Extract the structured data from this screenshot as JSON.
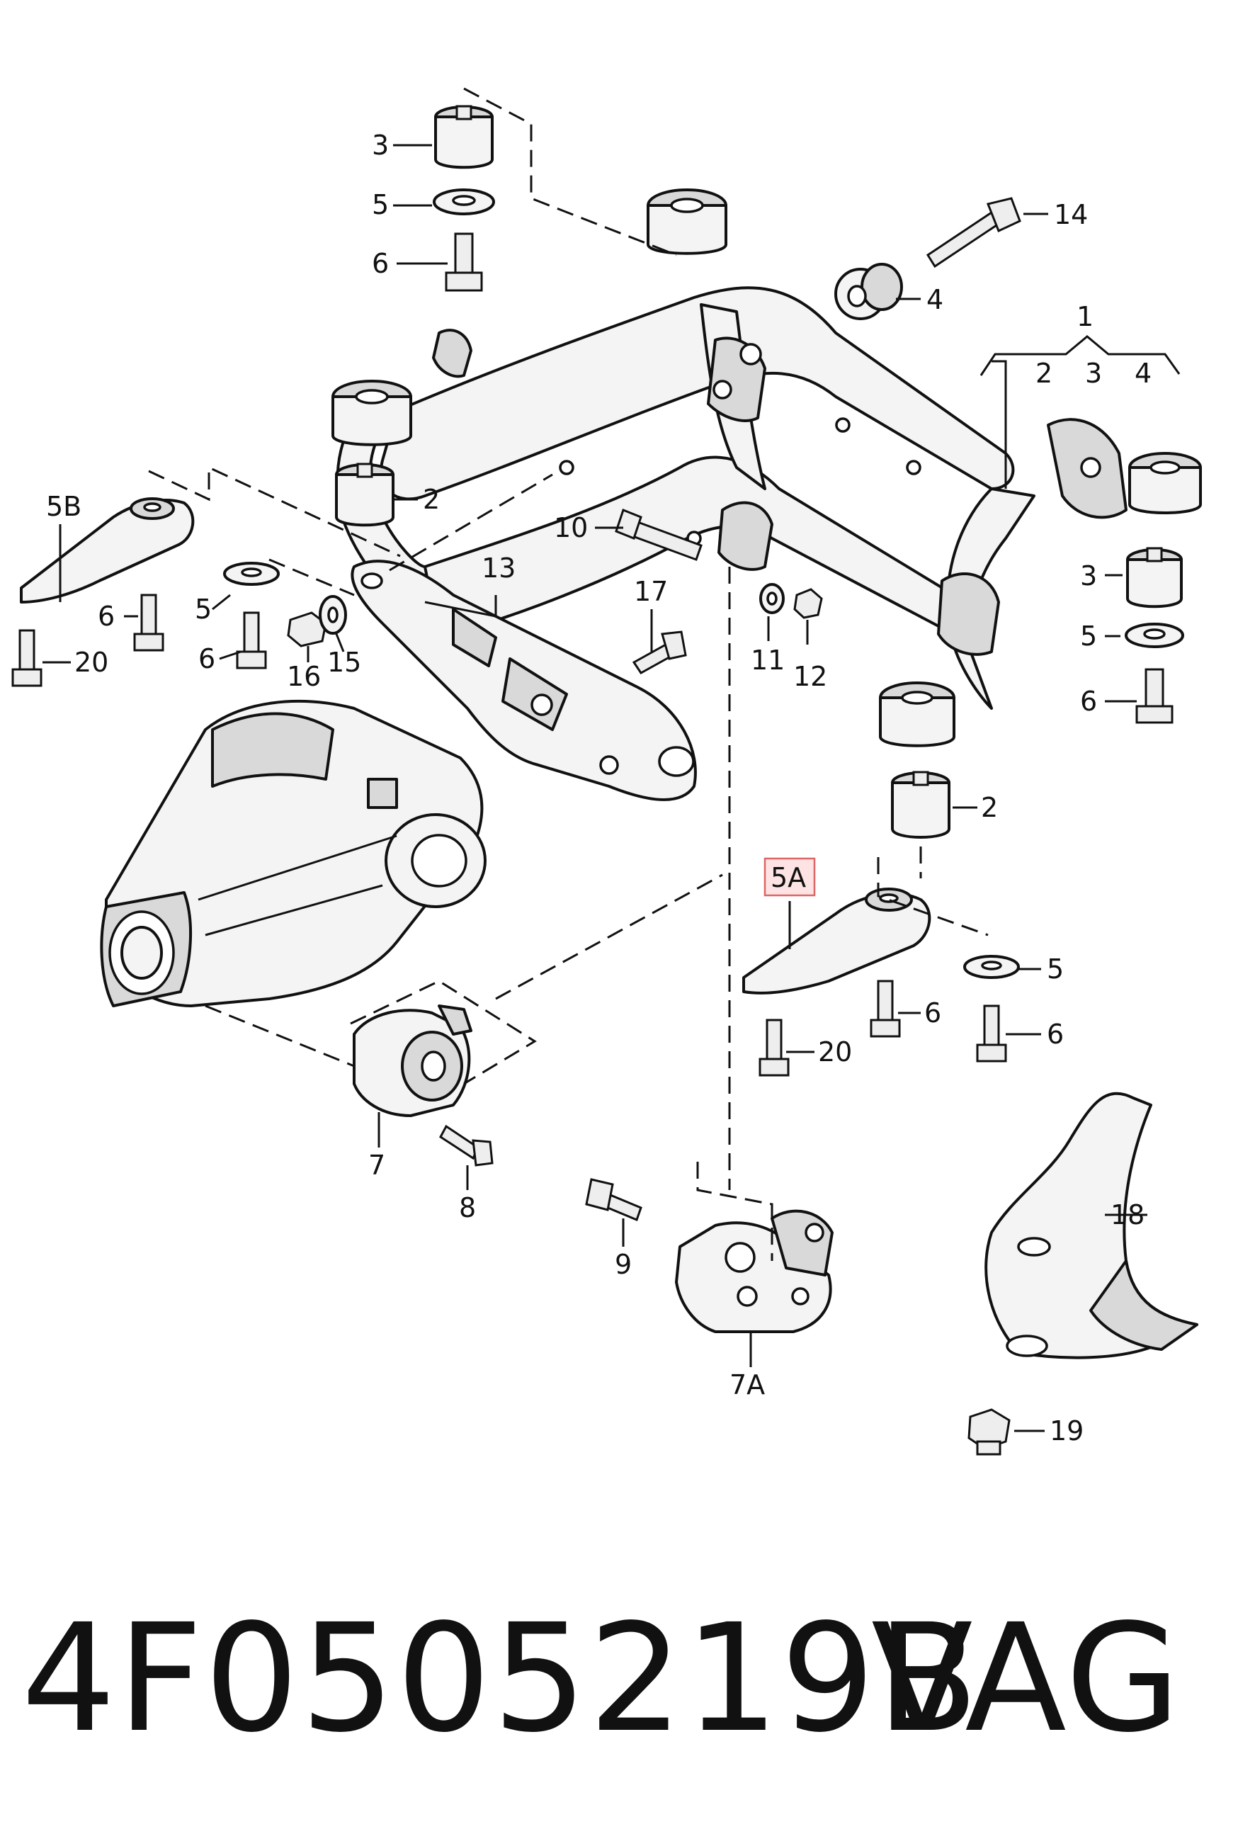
{
  "callouts": {
    "c1": "1",
    "c2": "2",
    "c3": "3",
    "c4": "4",
    "c5": "5",
    "c6": "6",
    "c5A": "5A",
    "c5B": "5B",
    "c7": "7",
    "c7A": "7A",
    "c8": "8",
    "c9": "9",
    "c10": "10",
    "c11": "11",
    "c12": "12",
    "c13": "13",
    "c14": "14",
    "c15": "15",
    "c16": "16",
    "c17": "17",
    "c18": "18",
    "c19": "19",
    "c20": "20"
  },
  "highlighted_callout": "5A",
  "highlight_color": "#fde3e3",
  "footer": {
    "part_number": "4F0505219B",
    "brand": "VAG"
  }
}
